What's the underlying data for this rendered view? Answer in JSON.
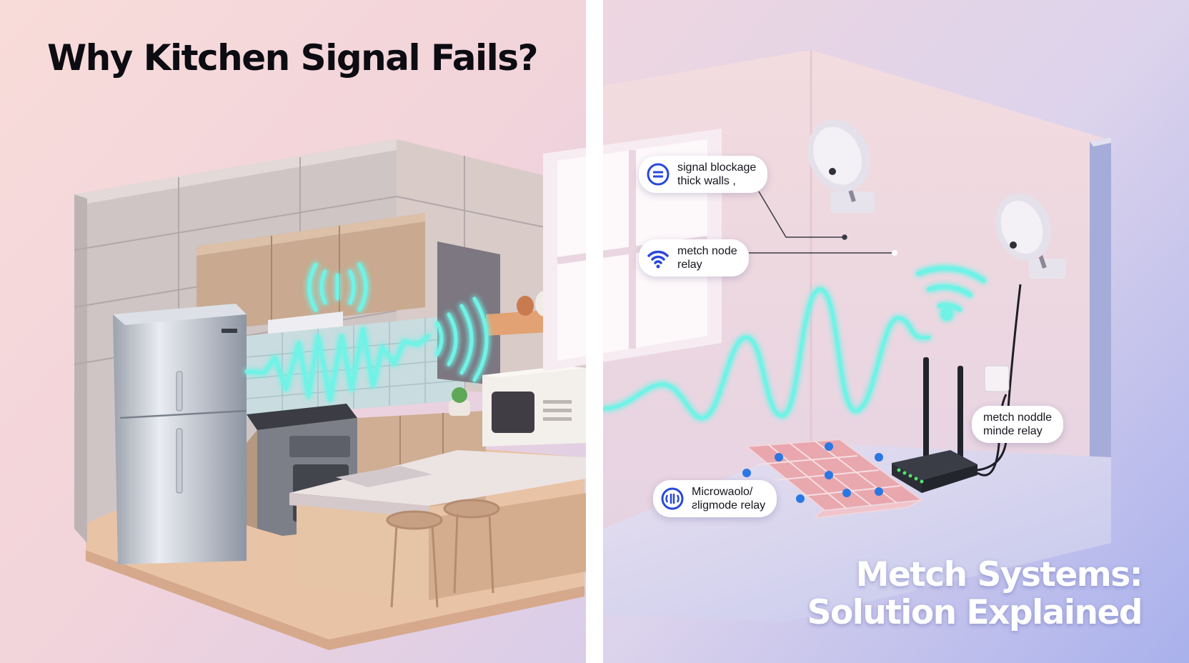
{
  "left_panel": {
    "title": "Why Kitchen Signal Fails?"
  },
  "right_panel": {
    "title_line1": "Metch Systems:",
    "title_line2": "Solution Explained",
    "callouts": [
      {
        "line1": "signal blockage",
        "line2": "thick walls ,",
        "icon": "signal-block-icon"
      },
      {
        "line1": "metch node",
        "line2": "relay",
        "icon": "wifi-icon"
      },
      {
        "line1": "metch noddle",
        "line2": "minde relay",
        "icon": ""
      },
      {
        "line1": "Microwaolo/",
        "line2": "ƨligmode relay",
        "icon": "wave-relay-icon"
      }
    ]
  },
  "colors": {
    "signal_glow": "#6ff3e6",
    "callout_icon_blue": "#2a48d8",
    "divider": "#ffffff"
  }
}
